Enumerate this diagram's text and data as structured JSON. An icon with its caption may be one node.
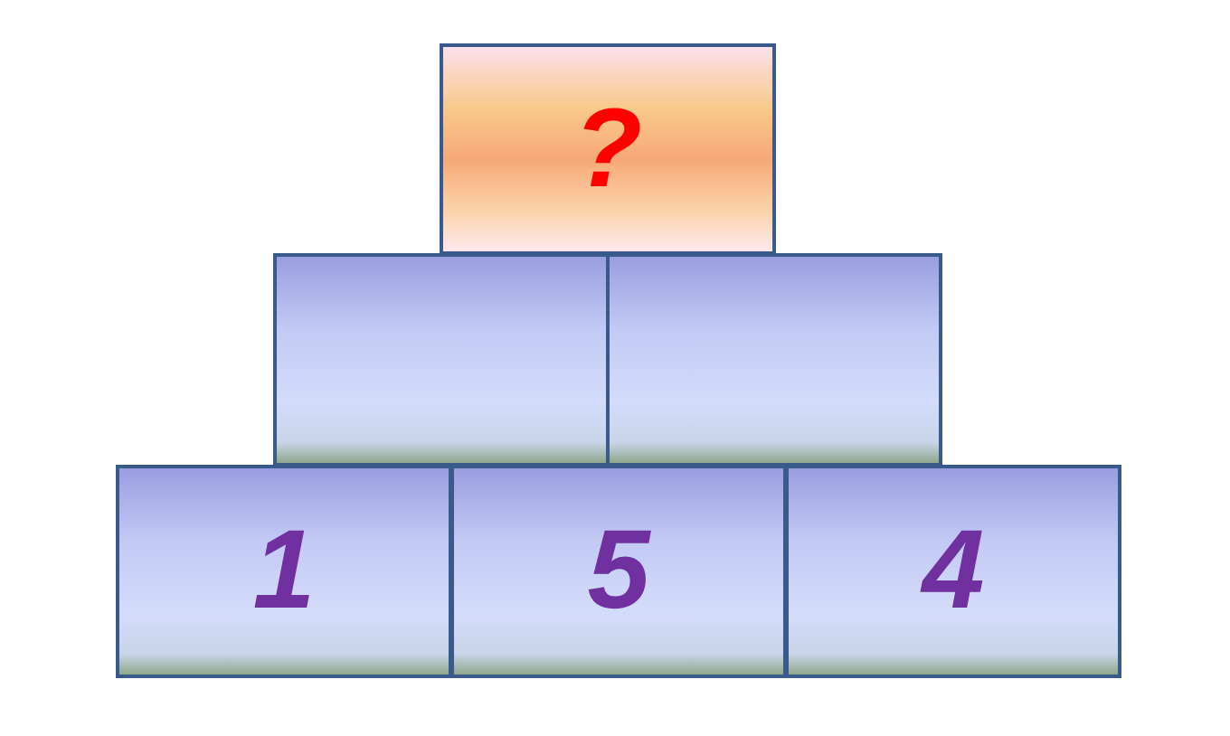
{
  "diagram": {
    "nodes": [
      {
        "text": [
          "?"
        ]
      },
      {
        "text": [],
        "shape": "box"
      },
      {
        "text": [],
        "shape": "box"
      },
      {
        "text": [
          "1"
        ]
      },
      {
        "text": [
          "5"
        ]
      },
      {
        "text": [
          "4"
        ]
      }
    ]
  }
}
